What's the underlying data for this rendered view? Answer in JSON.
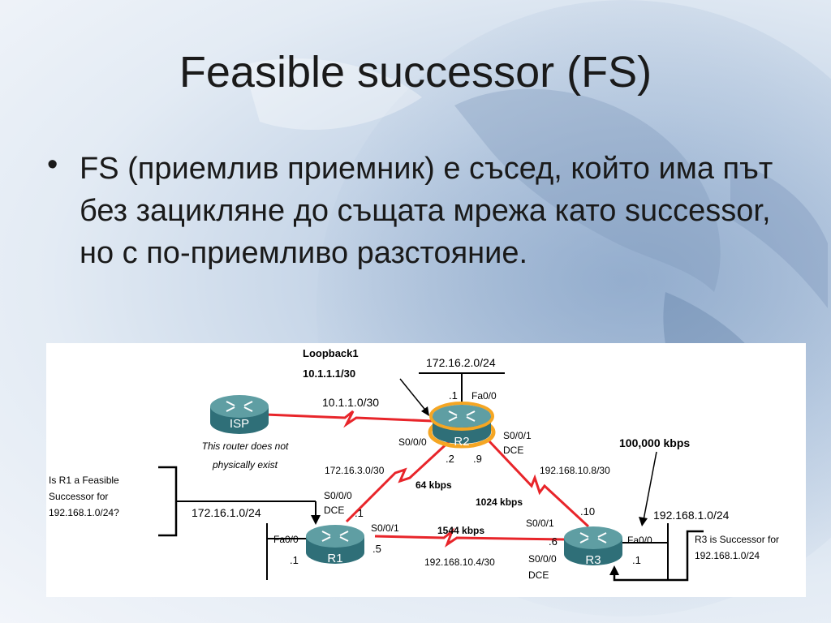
{
  "slide": {
    "title": "Feasible successor (FS)",
    "bullet_char": "•",
    "body_text": "FS (приемлив приемник) е съсед, който има път без зацикляне до същата мрежа като successor, но с по-приемливо разстояние."
  },
  "diagram": {
    "routers": {
      "isp": "ISP",
      "r1": "R1",
      "r2": "R2",
      "r3": "R3"
    },
    "isp_note": [
      "This router does not",
      "physically exist"
    ],
    "loopback": [
      "Loopback1",
      "10.1.1.1/30"
    ],
    "net_r2_lan": "172.16.2.0/24",
    "net_isp_r2": "10.1.1.0/30",
    "net_r1_r2": "172.16.3.0/30",
    "net_r2_r3": "192.168.10.8/30",
    "net_r1_lan": "172.16.1.0/24",
    "net_r1_r3": "192.168.10.4/30",
    "net_r3_lan": "192.168.1.0/24",
    "bw_r1_r2": "64 kbps",
    "bw_r2_r3": "1024 kbps",
    "bw_r1_r3": "1544 kbps",
    "bw_r3_lan": "100,000 kbps",
    "question": [
      "Is R1 a Feasible",
      "Successor for",
      "192.168.1.0/24?"
    ],
    "answer": [
      "R3 is Successor for",
      "192.168.1.0/24"
    ],
    "r2": {
      "fa00_addr": ".1",
      "fa00": "Fa0/0",
      "s000": "S0/0/0",
      "s001": "S0/0/1",
      "dce": "DCE",
      "addr_2": ".2",
      "addr_9": ".9"
    },
    "r1": {
      "s000": "S0/0/0",
      "dce": "DCE",
      "addr_1": ".1",
      "s001": "S0/0/1",
      "addr_5": ".5",
      "fa00": "Fa0/0",
      "fa00_addr": ".1"
    },
    "r3": {
      "addr_10": ".10",
      "s001": "S0/0/1",
      "addr_6": ".6",
      "s000": "S0/0/0",
      "dce": "DCE",
      "fa00": "Fa0/0",
      "fa00_addr": ".1"
    }
  },
  "colors": {
    "link": "#e8252a",
    "router_top": "#5f9ea3",
    "router_side": "#2f6f78",
    "highlight": "#f5a623"
  }
}
